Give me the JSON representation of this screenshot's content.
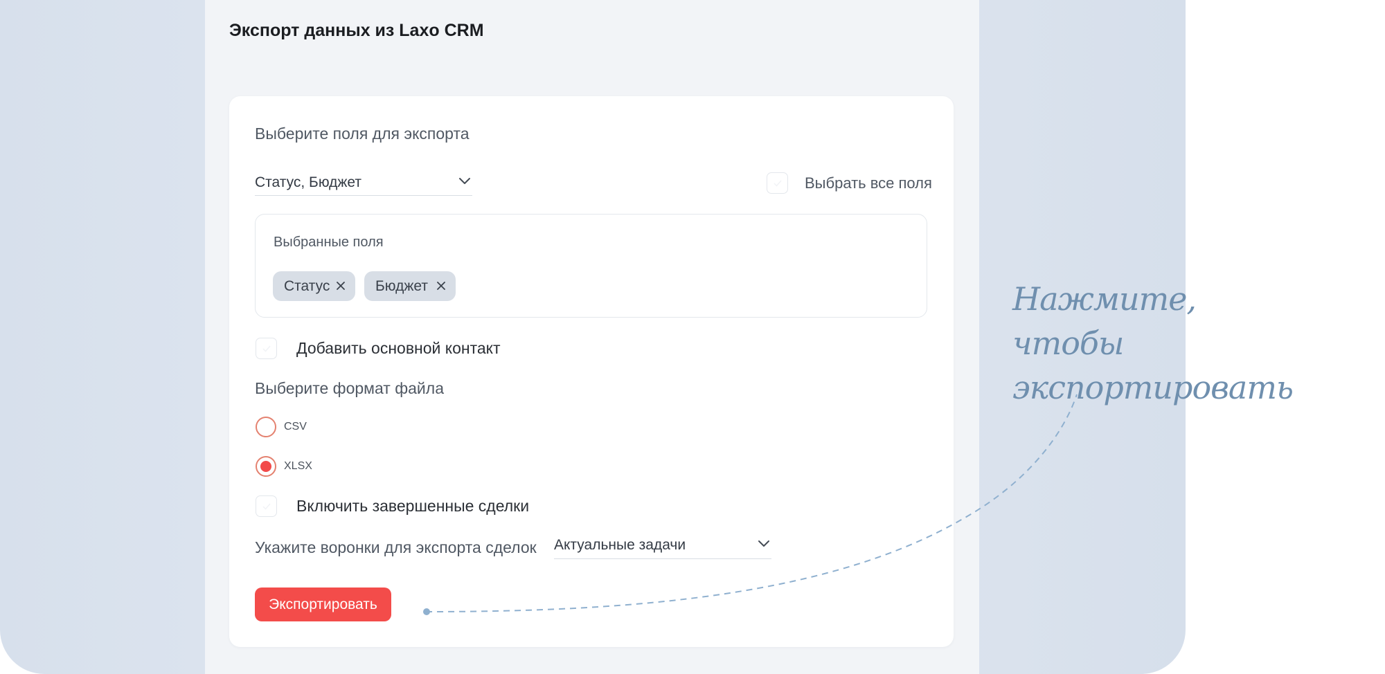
{
  "page": {
    "title": "Экспорт данных из Laxo CRM"
  },
  "fields": {
    "label": "Выберите поля для экспорта",
    "select_value": "Статус, Бюджет",
    "select_all_label": "Выбрать все поля",
    "select_all_checked": false
  },
  "selected_fields": {
    "label": "Выбранные поля",
    "chips": [
      {
        "label": "Статус"
      },
      {
        "label": "Бюджет"
      }
    ]
  },
  "main_contact": {
    "label": "Добавить основной контакт",
    "checked": false
  },
  "format": {
    "label": "Выберите формат файла",
    "options": [
      {
        "label": "CSV",
        "selected": false
      },
      {
        "label": "XLSX",
        "selected": true
      }
    ]
  },
  "closed_deals": {
    "label": "Включить завершенные сделки",
    "checked": false
  },
  "pipelines": {
    "label": "Укажите воронки для экспорта сделок",
    "select_value": "Актуальные задачи"
  },
  "export_button": {
    "label": "Экспортировать"
  },
  "annotation": {
    "line1": "Нажмите, чтобы",
    "line2": "экспортировать"
  },
  "colors": {
    "accent": "#f34c4a",
    "annotation": "#6f8fae",
    "chip_bg": "#d8dee6"
  },
  "icons": {
    "select_chevron": "chevron-down-icon",
    "chip_remove": "close-icon",
    "checkbox_mark": "check-icon"
  }
}
